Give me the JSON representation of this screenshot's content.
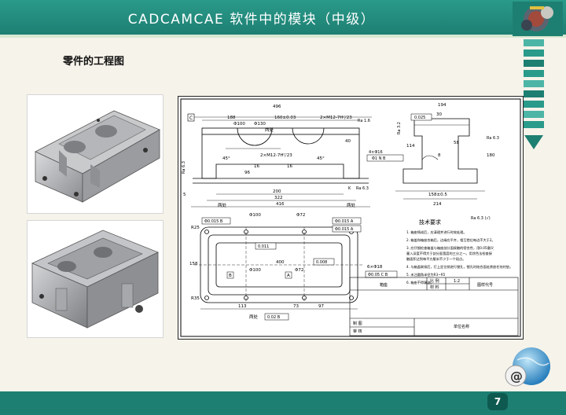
{
  "header": {
    "title": "CADCAMCAE 软件中的模块（中级）"
  },
  "section": {
    "title": "零件的工程图"
  },
  "drawing": {
    "dims": {
      "d496": "496",
      "d188": "188",
      "d160": "160±0.03",
      "thread": "2×M12-7H▽23",
      "d100": "Φ100",
      "d130": "Φ130",
      "r45a": "45°",
      "r45b": "45°",
      "d16a": "16",
      "d16b": "16",
      "d96": "96",
      "d200": "200",
      "d322": "322",
      "d416": "416",
      "d40": "40",
      "d194": "194",
      "d30": "30",
      "d4x16": "4×Φ16",
      "d214": "214",
      "d158": "158±0.5",
      "d8": "8",
      "d180": "180",
      "d114": "114",
      "d58": "58",
      "d400": "400",
      "d113": "113",
      "d73": "73",
      "d97": "97",
      "r25": "R25",
      "r35": "R35",
      "d158b": "158",
      "hole72": "Φ72",
      "hole100": "Φ100",
      "d6x18": "6×Φ18"
    },
    "tolerances": {
      "flat": "0.025",
      "pos1": "Φ0.015 B",
      "pos2": "Φ0.015 A",
      "pos3": "Φ0.015 A",
      "par1": "0.011",
      "par2": "0.008",
      "perp": "0.02 B",
      "pos4": "Φ0.05 C B",
      "pos5": "Φ1 N B"
    },
    "roughness": {
      "r16": "Ra 1.6",
      "r63a": "Ra 6.3",
      "r63b": "Ra 6.3",
      "r63c": "Ra 6.3",
      "r32": "Ra 3.2"
    },
    "tech": {
      "title": "技术要求",
      "lines": [
        "1. 箱座铸成后，应清理并进行时效处理。",
        "2. 箱盖和箱座合箱后，边缘应平齐，相互错位每边不大于2。",
        "3. 应仔细检查箱盖与箱座剖分面接触的密合性，用0.05塞尺",
        "   塞入深度不得大于剖分面宽度的三分之一。用涂色法检查接",
        "   触面积达到每平方厘米不少于一个斑点。",
        "4. 与箱盖联接后，打上定位销进行镗孔，镗孔时结合面处禁放任何衬垫。",
        "5. 未注圆角半径为R3~R5",
        "6. 箱座不得漏油。"
      ],
      "roughMark": "Ra 6.3 (√)"
    },
    "titleBlock": {
      "name": "箱座",
      "scaleLabel": "比 例",
      "scaleValue": "1:2",
      "codeLabel": "图样代号",
      "materialLabel": "材 料",
      "drawer": "制 图",
      "checker": "审 核",
      "company": "单位名称"
    },
    "labels": {
      "c": "C",
      "a": "A",
      "b": "B",
      "n": "N",
      "k": "K",
      "lianglian1": "两处",
      "lianglian2": "两处",
      "lianglian3": "两处",
      "lianglian4": "两处",
      "s5": "5"
    }
  },
  "footer": {
    "page": "7"
  }
}
